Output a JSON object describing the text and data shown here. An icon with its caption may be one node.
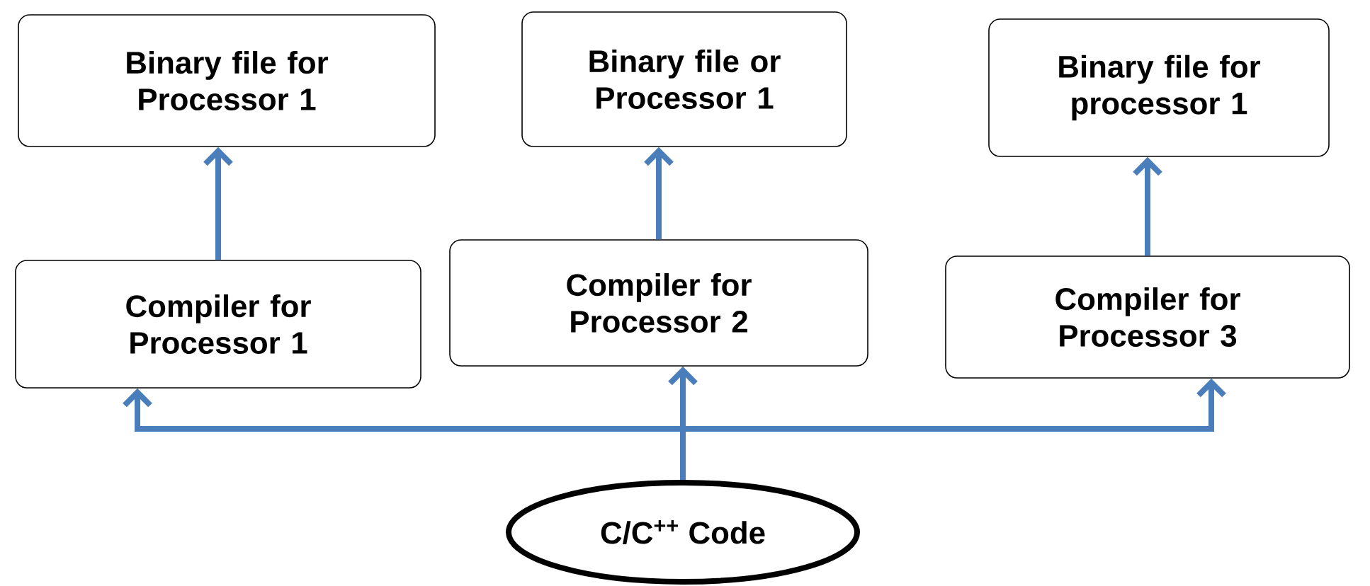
{
  "diagram": {
    "nodes": [
      {
        "text": [
          "Binary file for Processor 1"
        ]
      },
      {
        "text": [
          "Binary file or Processor 1"
        ]
      },
      {
        "text": [
          "Binary file for processor 1"
        ]
      },
      {
        "text": [
          "Compiler for Processor 1"
        ]
      },
      {
        "text": [
          "Compiler for Processor 2"
        ]
      },
      {
        "text": [
          "Compiler for Processor 3"
        ]
      },
      {
        "text": [
          "C/C$^{++}$ Code"
        ]
      }
    ],
    "edges": [
      {
        "from": 3,
        "to": 0,
        "arrow": "to"
      },
      {
        "from": 4,
        "to": 1,
        "arrow": "to"
      },
      {
        "from": 5,
        "to": 2,
        "arrow": "to"
      },
      {
        "from": 6,
        "to": 3,
        "arrow": "to"
      },
      {
        "from": 6,
        "to": 4,
        "arrow": "to"
      },
      {
        "from": 6,
        "to": 5,
        "arrow": "to"
      }
    ]
  }
}
